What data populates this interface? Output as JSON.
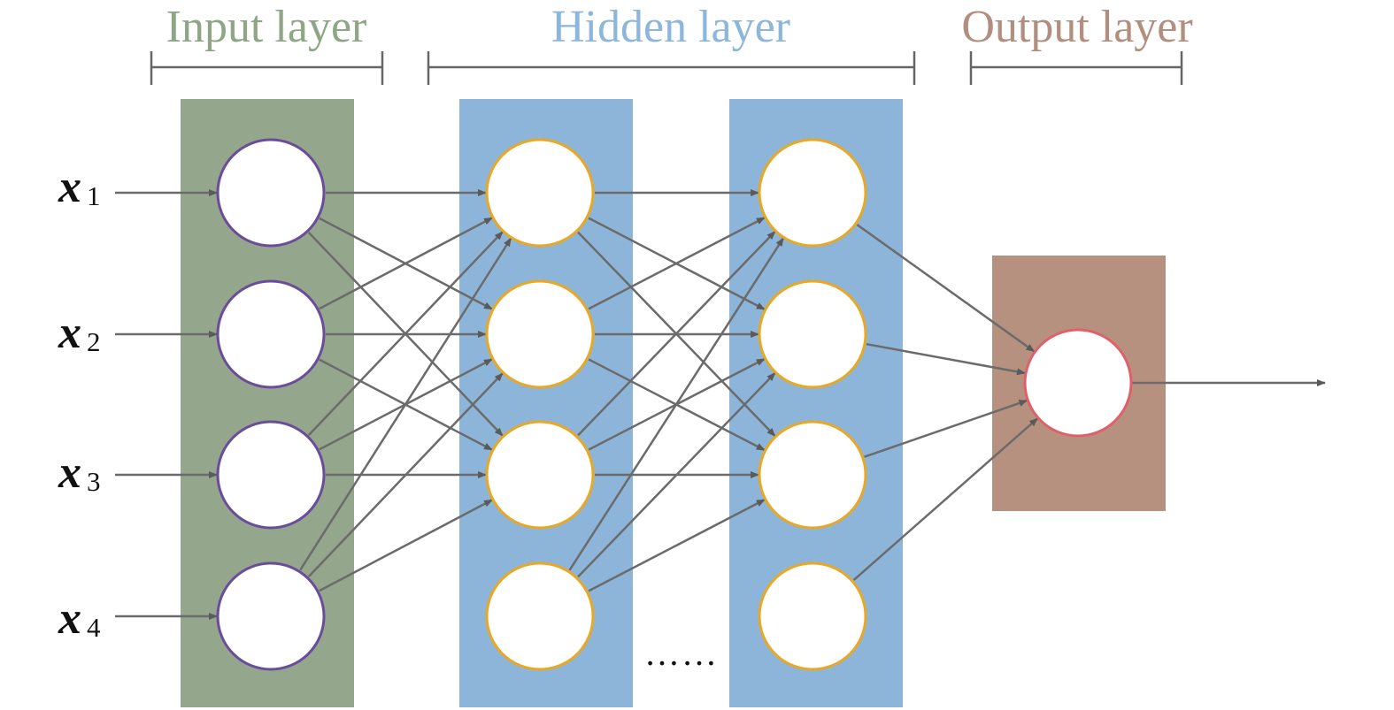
{
  "titles": {
    "input": "Input layer",
    "hidden": "Hidden layer",
    "output": "Output layer"
  },
  "inputs": [
    {
      "var": "x",
      "sub": "1"
    },
    {
      "var": "x",
      "sub": "2"
    },
    {
      "var": "x",
      "sub": "3"
    },
    {
      "var": "x",
      "sub": "4"
    }
  ],
  "ellipsis": "……",
  "colors": {
    "input_layer_bg": "#94a68c",
    "hidden_layer_bg": "#8db5d9",
    "output_layer_bg": "#b7917f",
    "input_title": "#8ea586",
    "hidden_title": "#8cb6db",
    "output_title": "#b18e7f",
    "input_node_border": "#6b4c9a",
    "hidden_node_border": "#e8a823",
    "output_node_border": "#e0606a",
    "connection": "#6b6b6b",
    "bracket": "#666666"
  }
}
